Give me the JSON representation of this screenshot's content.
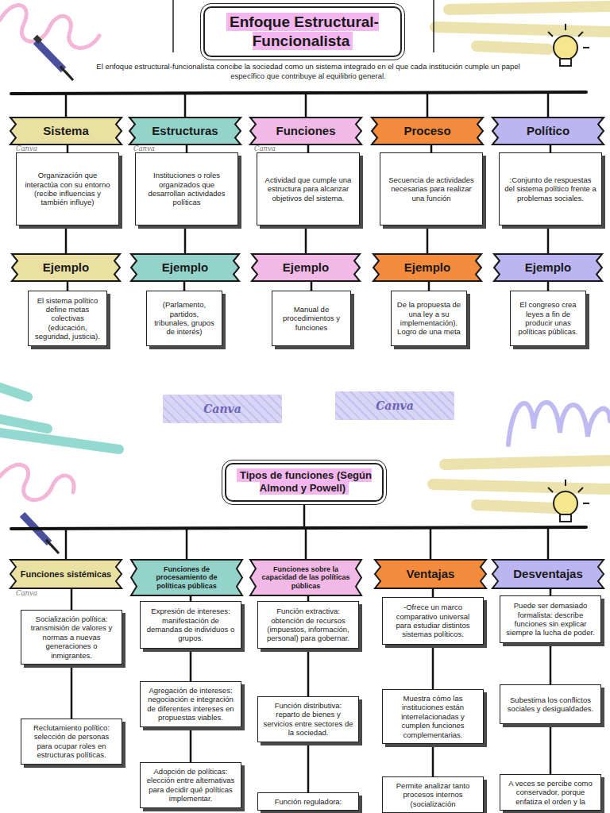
{
  "diagram": {
    "title": "Enfoque Estructural-Funcionalista",
    "nodes": [
      {
        "text": [
          "Enfoque Estructural-Funcionalista"
        ]
      },
      {
        "text": [
          "Sistema"
        ]
      },
      {
        "text": [
          "Estructuras"
        ]
      },
      {
        "text": [
          "Funciones"
        ]
      },
      {
        "text": [
          "Proceso"
        ]
      },
      {
        "text": [
          "Político"
        ]
      },
      {
        "text": [
          "Organización que interactúa con su entorno (recibe influencias y también influye)"
        ]
      },
      {
        "text": [
          "Instituciones o roles organizados que desarrollan actividades políticas"
        ]
      },
      {
        "text": [
          "Actividad que cumple una estructura para alcanzar objetivos del sistema."
        ]
      },
      {
        "text": [
          "Secuencia de actividades necesarias para realizar una función"
        ]
      },
      {
        "text": [
          ":Conjunto de respuestas del sistema político frente a problemas sociales."
        ]
      },
      {
        "text": [
          "Ejemplo"
        ]
      },
      {
        "text": [
          "Ejemplo"
        ]
      },
      {
        "text": [
          "Ejemplo"
        ]
      },
      {
        "text": [
          "Ejemplo"
        ]
      },
      {
        "text": [
          "Ejemplo"
        ]
      },
      {
        "text": [
          "El sistema político define metas colectivas (educación, seguridad, justicia)."
        ]
      },
      {
        "text": [
          "(Parlamento, partidos, tribunales, grupos de interés)"
        ]
      },
      {
        "text": [
          "Manual de procedimientos y funciones"
        ]
      },
      {
        "text": [
          "De la propuesta de una ley a su implementación). Logro de una meta"
        ]
      },
      {
        "text": [
          "El congreso crea leyes a fin de producir unas políticas públicas."
        ]
      },
      {
        "text": [
          "Tipos de funciones (Según Almond y Powell)"
        ]
      },
      {
        "text": [
          "Funciones sistémicas"
        ]
      },
      {
        "text": [
          "Funciones de procesamiento de políticas públicas"
        ]
      },
      {
        "text": [
          "Funciones sobre la capacidad de las políticas públicas"
        ]
      },
      {
        "text": [
          "Ventajas"
        ]
      },
      {
        "text": [
          "Desventajas"
        ]
      },
      {
        "text": [
          "Socialización política: transmisión de valores y normas a nuevas generaciones o inmigrantes."
        ]
      },
      {
        "text": [
          "Expresión de intereses: manifestación de demandas de individuos o grupos."
        ]
      },
      {
        "text": [
          "Función extractiva: obtención de recursos (impuestos, información, personal) para gobernar."
        ]
      },
      {
        "text": [
          "-Ofrece un marco comparativo universal para estudiar distintos sistemas políticos."
        ]
      },
      {
        "text": [
          "Puede ser demasiado formalista: describe funciones sin explicar siempre la lucha de poder."
        ]
      },
      {
        "text": [
          "Reclutamiento político: selección de personas para ocupar roles en estructuras políticas."
        ]
      },
      {
        "text": [
          "Agregación de intereses: negociación e integración de diferentes intereses en propuestas viables."
        ]
      },
      {
        "text": [
          "Función distributiva: reparto de bienes y servicios entre sectores de la sociedad."
        ]
      },
      {
        "text": [
          "Muestra cómo las instituciones están interrelacionadas y cumplen funciones complementarias."
        ]
      },
      {
        "text": [
          "Subestima los conflictos sociales y desigualdades."
        ]
      },
      {
        "text": [
          "Adopción de políticas: elección entre alternativas para decidir qué políticas implementar."
        ]
      },
      {
        "text": [
          "Función reguladora:"
        ]
      },
      {
        "text": [
          "Permite analizar tanto procesos internos (socialización"
        ]
      },
      {
        "text": [
          "A veces se percibe como conservador, porque enfatiza el orden y la"
        ]
      }
    ],
    "edges": [
      {
        "from": 1,
        "to": 6,
        "arrow": "none"
      },
      {
        "from": 2,
        "to": 7,
        "arrow": "none"
      },
      {
        "from": 3,
        "to": 8,
        "arrow": "none"
      },
      {
        "from": 4,
        "to": 9,
        "arrow": "none"
      },
      {
        "from": 5,
        "to": 10,
        "arrow": "none"
      },
      {
        "from": 6,
        "to": 11,
        "arrow": "none"
      },
      {
        "from": 7,
        "to": 12,
        "arrow": "none"
      },
      {
        "from": 8,
        "to": 13,
        "arrow": "none"
      },
      {
        "from": 9,
        "to": 14,
        "arrow": "none"
      },
      {
        "from": 10,
        "to": 15,
        "arrow": "none"
      },
      {
        "from": 11,
        "to": 16,
        "arrow": "none"
      },
      {
        "from": 12,
        "to": 17,
        "arrow": "none"
      },
      {
        "from": 13,
        "to": 18,
        "arrow": "none"
      },
      {
        "from": 14,
        "to": 19,
        "arrow": "none"
      },
      {
        "from": 15,
        "to": 20,
        "arrow": "none"
      },
      {
        "from": 22,
        "to": 27,
        "arrow": "none"
      },
      {
        "from": 23,
        "to": 28,
        "arrow": "none"
      },
      {
        "from": 24,
        "to": 29,
        "arrow": "none"
      },
      {
        "from": 25,
        "to": 30,
        "arrow": "none"
      },
      {
        "from": 26,
        "to": 31,
        "arrow": "none"
      },
      {
        "from": 27,
        "to": 32,
        "arrow": "none"
      },
      {
        "from": 28,
        "to": 33,
        "arrow": "none"
      },
      {
        "from": 29,
        "to": 34,
        "arrow": "none"
      },
      {
        "from": 30,
        "to": 35,
        "arrow": "none"
      },
      {
        "from": 31,
        "to": 36,
        "arrow": "none"
      },
      {
        "from": 33,
        "to": 37,
        "arrow": "none"
      },
      {
        "from": 34,
        "to": 38,
        "arrow": "none"
      },
      {
        "from": 35,
        "to": 39,
        "arrow": "none"
      },
      {
        "from": 36,
        "to": 40,
        "arrow": "none"
      }
    ],
    "labels": [
      "El enfoque estructural-funcionalista concibe la sociedad como un sistema integrado en el que cada institución cumple un papel específico que contribuye al equilibrio general.",
      "Canva",
      "Canva",
      "Canva",
      "Canva",
      "Canva",
      "Canva"
    ]
  }
}
